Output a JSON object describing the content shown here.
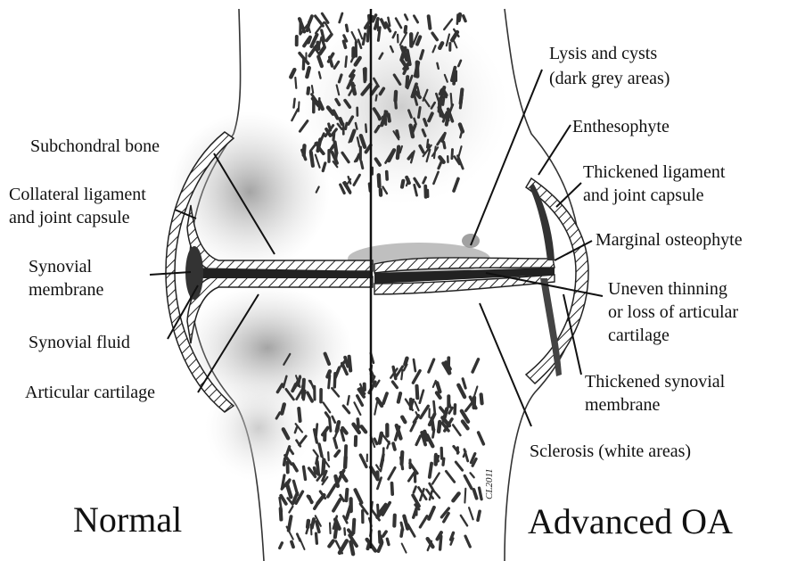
{
  "labels": {
    "subchondral_bone": "Subchondral bone",
    "collateral_ligament_1": "Collateral ligament",
    "collateral_ligament_2": "and joint capsule",
    "synovial_membrane_1": "Synovial",
    "synovial_membrane_2": "membrane",
    "synovial_fluid": "Synovial fluid",
    "articular_cartilage": "Articular cartilage",
    "lysis_1": "Lysis and cysts",
    "lysis_2": "(dark grey areas)",
    "enthesophyte": "Enthesophyte",
    "thickened_ligament_1": "Thickened ligament",
    "thickened_ligament_2": "and joint capsule",
    "marginal_osteophyte": "Marginal osteophyte",
    "uneven_1": "Uneven thinning",
    "uneven_2": "or loss of articular",
    "uneven_3": "cartilage",
    "thickened_synovial_1": "Thickened synovial",
    "thickened_synovial_2": "membrane",
    "sclerosis": "Sclerosis (white areas)"
  },
  "titles": {
    "normal": "Normal",
    "advanced": "Advanced OA"
  },
  "signature": "CL2011",
  "colors": {
    "ink": "#111111",
    "bone_shade": "#c9c9c9",
    "cyst_shade": "#8a8a8a",
    "paper": "#ffffff"
  }
}
